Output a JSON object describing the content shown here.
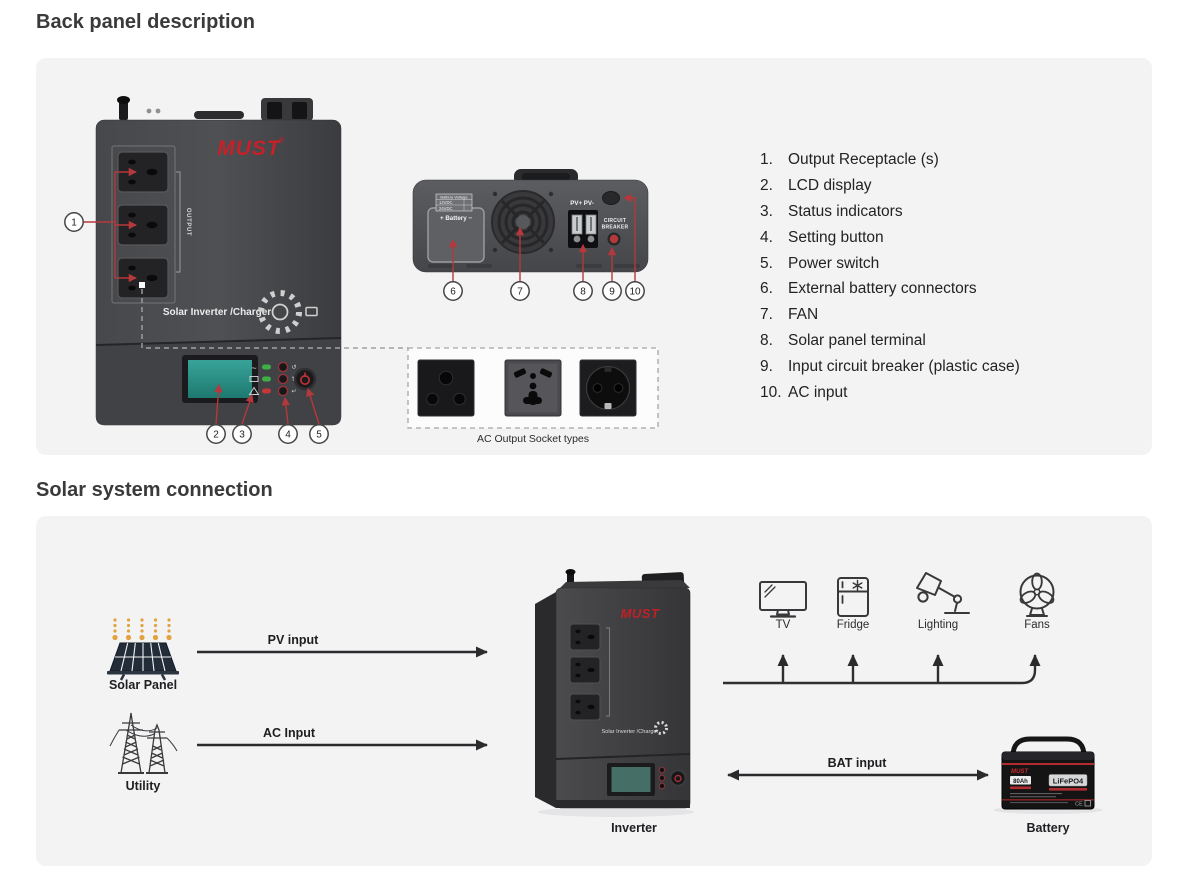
{
  "back_panel": {
    "title": "Back panel description",
    "legend": [
      {
        "num": "1.",
        "label": "Output Receptacle (s)"
      },
      {
        "num": "2.",
        "label": "LCD display"
      },
      {
        "num": "3.",
        "label": "Status indicators"
      },
      {
        "num": "4.",
        "label": "Setting button"
      },
      {
        "num": "5.",
        "label": "Power switch"
      },
      {
        "num": "6.",
        "label": "External battery connectors"
      },
      {
        "num": "7.",
        "label": "FAN"
      },
      {
        "num": "8.",
        "label": "Solar panel terminal"
      },
      {
        "num": "9.",
        "label": "Input circuit breaker (plastic case)"
      },
      {
        "num": "10.",
        "label": "AC input"
      }
    ],
    "callouts": [
      "1",
      "2",
      "3",
      "4",
      "5",
      "6",
      "7",
      "8",
      "9",
      "10"
    ],
    "front_device": {
      "brand": "MUST",
      "reg_mark": "®",
      "output_label": "OUTPUT",
      "product_label": "Solar Inverter /Charger"
    },
    "rear_device": {
      "bv_title": "Battery Voltage",
      "bv_row1": "12VDC",
      "bv_row2": "24VDC",
      "battery_label": "+ Battery −",
      "pv_label": "PV+ PV-",
      "cb_line1": "CIRCUIT",
      "cb_line2": "BREAKER"
    },
    "socket_caption": "AC Output Socket types"
  },
  "solar": {
    "title": "Solar system connection",
    "labels": {
      "solar_panel": "Solar Panel",
      "utility": "Utility",
      "inverter": "Inverter",
      "battery": "Battery",
      "tv": "TV",
      "fridge": "Fridge",
      "lighting": "Lighting",
      "fans": "Fans"
    },
    "flows": {
      "pv": "PV input",
      "ac": "AC Input",
      "bat": "BAT input"
    },
    "inverter": {
      "brand": "MUST",
      "product_label": "Solar Inverter /Charger"
    },
    "battery": {
      "brand": "MUST",
      "capacity": "80Ah",
      "chemistry": "LiFePO4",
      "cert": "CE"
    }
  },
  "colors": {
    "accent_red": "#c42128",
    "panel_bg": "#f3f3f4",
    "lcd_teal": "#2f958c",
    "line_dark": "#2b2b2d"
  }
}
